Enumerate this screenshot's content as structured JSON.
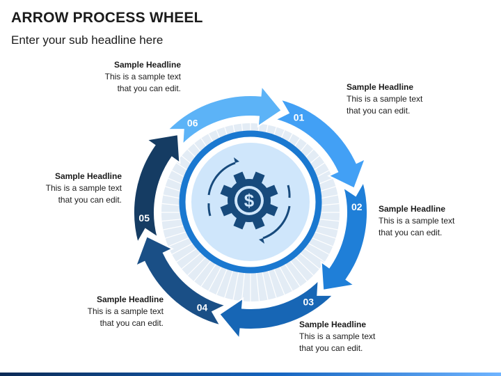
{
  "header": {
    "title": "ARROW PROCESS WHEEL",
    "subtitle": "Enter your sub headline here"
  },
  "steps": [
    {
      "number": "01",
      "headline": "Sample Headline",
      "line1": "This is a sample text",
      "line2": "that you can edit.",
      "color": "#42a0f5"
    },
    {
      "number": "02",
      "headline": "Sample Headline",
      "line1": "This is a sample text",
      "line2": "that you can edit.",
      "color": "#1f7fd8"
    },
    {
      "number": "03",
      "headline": "Sample Headline",
      "line1": "This is a sample text",
      "line2": "that you can edit.",
      "color": "#1766b5"
    },
    {
      "number": "04",
      "headline": "Sample Headline",
      "line1": "This is a sample text",
      "line2": "that you can edit.",
      "color": "#1a4f86"
    },
    {
      "number": "05",
      "headline": "Sample Headline",
      "line1": "This is a sample text",
      "line2": "that you can edit.",
      "color": "#153c63"
    },
    {
      "number": "06",
      "headline": "Sample Headline",
      "line1": "This is a sample text",
      "line2": "that you can edit.",
      "color": "#5cb3f7"
    }
  ],
  "center_icon": "dollar-gear-cycle-icon",
  "colors": {
    "center_ring": "#1a78d0",
    "center_fill": "#cfe6fb",
    "icon": "#174a7c",
    "spokes": "#ffffff",
    "spoke_ring": "#e3ecf5"
  }
}
